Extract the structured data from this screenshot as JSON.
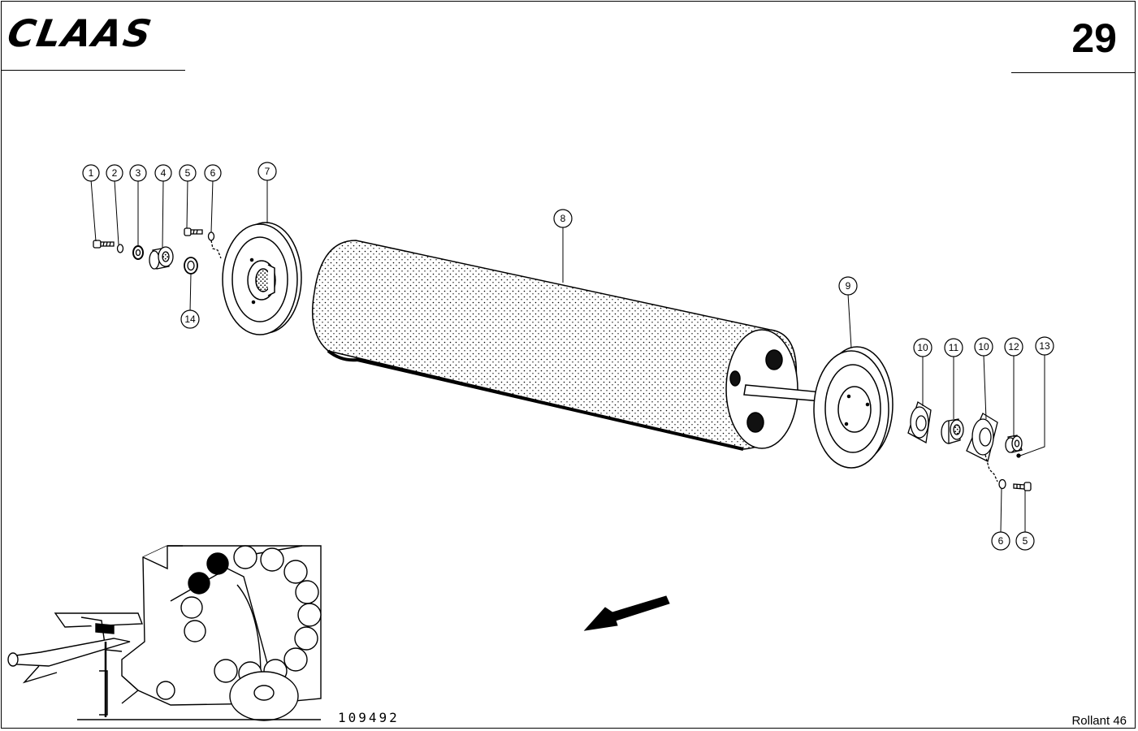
{
  "header": {
    "brand": "CLAAS",
    "page_number": "29"
  },
  "footer": {
    "drawing_number": "109492",
    "model": "Rollant 46"
  },
  "callouts": [
    {
      "id": "c1",
      "label": "1"
    },
    {
      "id": "c2",
      "label": "2"
    },
    {
      "id": "c3",
      "label": "3"
    },
    {
      "id": "c4",
      "label": "4"
    },
    {
      "id": "c5a",
      "label": "5"
    },
    {
      "id": "c6a",
      "label": "6"
    },
    {
      "id": "c7",
      "label": "7"
    },
    {
      "id": "c14",
      "label": "14"
    },
    {
      "id": "c8",
      "label": "8"
    },
    {
      "id": "c9",
      "label": "9"
    },
    {
      "id": "c10a",
      "label": "10"
    },
    {
      "id": "c11",
      "label": "11"
    },
    {
      "id": "c10b",
      "label": "10"
    },
    {
      "id": "c12",
      "label": "12"
    },
    {
      "id": "c13",
      "label": "13"
    },
    {
      "id": "c6b",
      "label": "6"
    },
    {
      "id": "c5b",
      "label": "5"
    }
  ]
}
